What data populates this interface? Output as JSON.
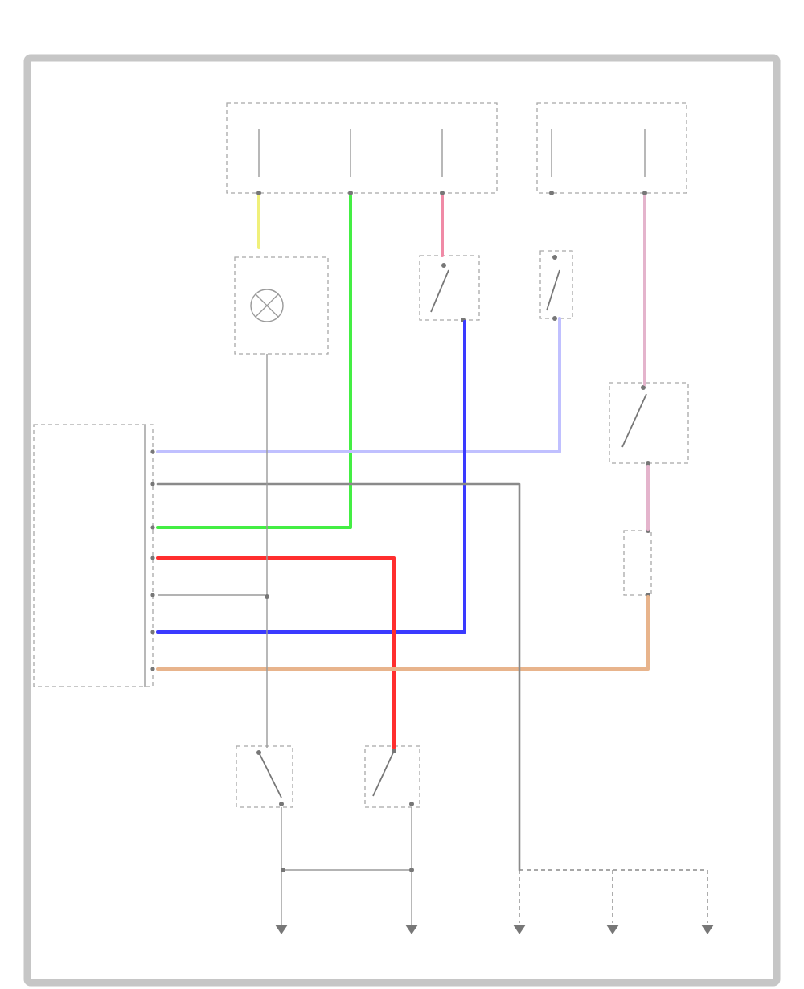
{
  "figure_id": "",
  "fuse_rows": [
    {
      "id": "f1",
      "header": "",
      "lines": [
        "",
        "",
        ""
      ]
    },
    {
      "id": "f2",
      "header": "",
      "lines": [
        "",
        "",
        ""
      ]
    },
    {
      "id": "f3",
      "header": "",
      "lines": [
        "",
        "",
        ""
      ]
    },
    {
      "id": "f4",
      "header": "",
      "lines": [
        "",
        "",
        ""
      ]
    },
    {
      "id": "f5",
      "header": "",
      "lines": [
        "",
        "",
        ""
      ]
    }
  ],
  "module_pins": [
    {
      "name": "",
      "pin": "",
      "wire": ""
    },
    {
      "name": "",
      "pin": "",
      "wire": ""
    },
    {
      "name": "",
      "pin": "",
      "wire": ""
    },
    {
      "name": "",
      "pin": "",
      "wire": ""
    },
    {
      "name": "",
      "pin": "",
      "wire": ""
    },
    {
      "name": "",
      "pin": "",
      "wire": ""
    },
    {
      "name": "",
      "pin": "",
      "wire": ""
    }
  ],
  "wire_colors": {
    "yellow": "#f0f07a",
    "green": "#44ee44",
    "pink": "#f08aa6",
    "blue": "#3a3aff",
    "light_blue": "#c0c0ff",
    "pale_pink": "#e4b4cc",
    "red": "#ff2e2e",
    "orange": "#e8b48c",
    "gray": "#8a8a8a"
  }
}
